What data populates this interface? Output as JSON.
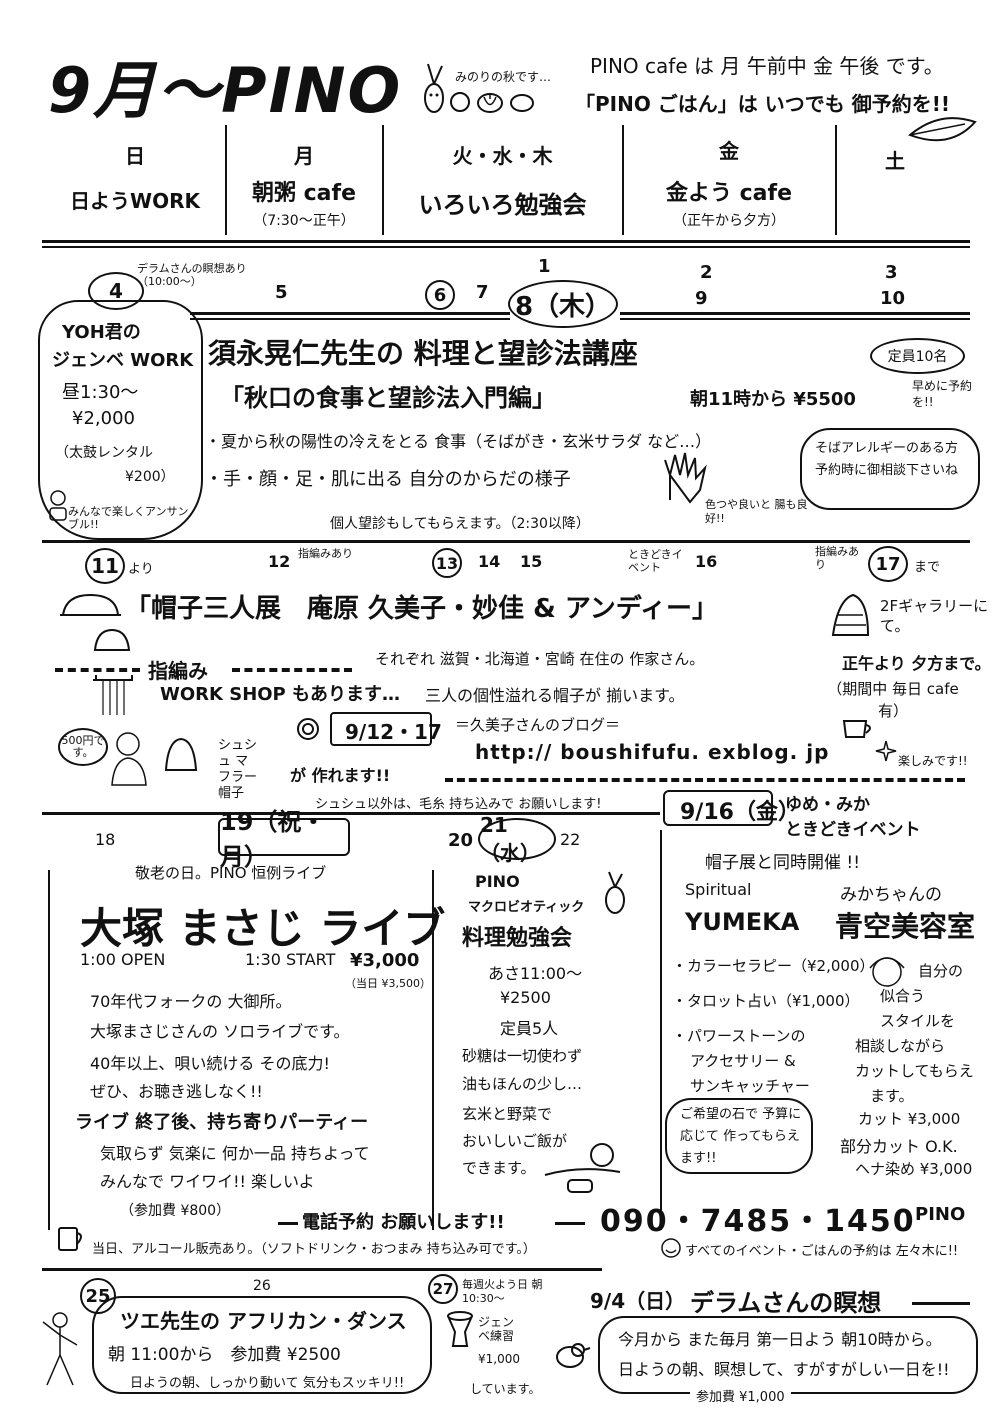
{
  "header": {
    "title": "9月〜PINO",
    "tagline": "みのりの秋です…",
    "cafe_note": "PINO cafe は 月 午前中 金 午後 です。",
    "reserve_note": "「PINO ごはん」は いつでも 御予約を!!"
  },
  "week": {
    "sun": {
      "day": "日",
      "title": "日ようWORK",
      "sub": ""
    },
    "mon": {
      "day": "月",
      "title": "朝粥 cafe",
      "sub": "（7:30〜正午）"
    },
    "tue_thu": {
      "day": "火・水・木",
      "title": "いろいろ勉強会",
      "sub": ""
    },
    "fri": {
      "day": "金",
      "title": "金よう cafe",
      "sub": "（正午から夕方）"
    },
    "sat": {
      "day": "土",
      "title": "",
      "sub": ""
    }
  },
  "row1": {
    "dates": {
      "d1": "1",
      "d2": "2",
      "d3": "3",
      "d4": "4",
      "d5": "5",
      "d6": "6",
      "d7": "7",
      "d8": "8（木）",
      "d9": "9",
      "d10": "10"
    },
    "note_4": "デラムさんの瞑想あり（10:00〜）",
    "yoh": {
      "line1": "YOH君の",
      "line2": "ジェンベ WORK",
      "line3": "昼1:30〜",
      "line4": "¥2,000",
      "line5": "（太鼓レンタル",
      "line6": "¥200）",
      "footer": "みんなで楽しくアンサンブル!!"
    },
    "lecture": {
      "title": "須永晃仁先生の 料理と望診法講座",
      "subtitle": "「秋口の食事と望診法入門編」",
      "time": "朝11時から ¥5500",
      "item1": "・夏から秋の陽性の冷えをとる 食事（そばがき・玄米サラダ など…）",
      "item2": "・手・顔・足・肌に出る 自分のからだの様子",
      "footer": "個人望診もしてもらえます。（2:30以降）",
      "capacity": "定員10名",
      "early": "早めに予約を!!",
      "allergy": "そばアレルギーのある方 予約時に御相談下さいね",
      "hand_note": "色つや良いと 腸も良好!!"
    }
  },
  "row2": {
    "d11": "11",
    "from": "より",
    "d12": "12",
    "yubi_ari": "指編みあり",
    "d13": "13",
    "d14": "14",
    "d15": "15",
    "tokidoki": "ときどきイベント",
    "d16": "16",
    "yubi_ari2": "指編みあり",
    "d17": "17",
    "made": "まで",
    "exhibit_title": "「帽子三人展　庵原 久美子・妙佳 & アンディー」",
    "gallery": "2Fギャラリーにて。",
    "hours": "正午より 夕方まで。",
    "artists": "それぞれ 滋賀・北海道・宮崎 在住の 作家さん。",
    "yubiami": "指編み",
    "workshop": "WORK SHOP もあります…",
    "individuality": "三人の個性溢れる帽子が 揃います。",
    "period_cafe": "（期間中 毎日 cafe有）",
    "date_range": "9/12・17",
    "blog_label": "＝久美子さんのブログ＝",
    "blog_url": "http:// boushifufu. exblog. jp",
    "price": "500円です。",
    "items": "シュシュ マフラー 帽子",
    "can_make": "が 作れます!!",
    "enjoy": "楽しみです!!",
    "note": "シュシュ以外は、毛糸 持ち込みで お願いします!"
  },
  "row3": {
    "d18": "18",
    "d19": "19（祝・月）",
    "d20": "20",
    "d21": "21（水）",
    "d22": "22",
    "keiro": "敬老の日。PINO 恒例ライブ",
    "live_title": "大塚 まさじ ライブ",
    "open": "1:00 OPEN",
    "start": "1:30 START",
    "price": "¥3,000",
    "door": "（当日 ¥3,500）",
    "desc1": "70年代フォークの 大御所。",
    "desc2": "大塚まさじさんの ソロライブです。",
    "desc3": "40年以上、唄い続ける その底力!",
    "desc4": "ぜひ、お聴き逃しなく!!",
    "party": "ライブ 終了後、持ち寄りパーティー",
    "party1": "気取らず 気楽に 何か一品 持ちよって",
    "party2": "みんなで ワイワイ!! 楽しいよ",
    "party_fee": "（参加費 ¥800）",
    "phone_label": "電話予約 お願いします!!",
    "phone": "090・7485・1450",
    "phone_name": "PINO",
    "alcohol": "当日、アルコール販売あり。（ソフトドリンク・おつまみ 持ち込み可です。）",
    "all_events": "すべてのイベント・ごはんの予約は 左々木に!!",
    "macro": {
      "l1": "PINO",
      "l2": "マクロビオティック",
      "l3": "料理勉強会",
      "time": "あさ11:00〜",
      "price": "¥2500",
      "cap": "定員5人",
      "d1": "砂糖は一切使わず",
      "d2": "油もほんの少し…",
      "d3": "玄米と野菜で",
      "d4": "おいしいご飯が",
      "d5": "できます。"
    },
    "d16": "9/16（金）",
    "yume_mika": "ゆめ・みか",
    "tokidoki_event": "ときどきイベント",
    "simul": "帽子展と同時開催 !!",
    "spiritual": "Spiritual",
    "yumeka": "YUMEKA",
    "mika": "みかちゃんの",
    "salon": "青空美容室",
    "s1": "・カラーセラピー（¥2,000）",
    "s2": "・タロット占い（¥1,000）",
    "s3": "・パワーストーンの",
    "s3b": "アクセサリー &",
    "s3c": "サンキャッチャー",
    "stone_note": "ご希望の石で 予算に応じて 作ってもらえます!!",
    "m1": "自分の",
    "m2": "似合う",
    "m3": "スタイルを",
    "m4": "相談しながら",
    "m5": "カットしてもらえ",
    "m6": "ます。",
    "cut": "カット ¥3,000",
    "partial": "部分カット O.K.",
    "henna": "ヘナ染め ¥3,000"
  },
  "row4": {
    "d25": "25",
    "d26": "26",
    "d27": "27",
    "dance_title": "ツエ先生の アフリカン・ダンス",
    "dance_time": "朝 11:00から　参加費 ¥2500",
    "dance_note": "日ようの朝、しっかり動いて 気分もスッキリ!!",
    "weekly": "毎週火よう日 朝10:30〜",
    "djembe": "ジェンベ練習",
    "djembe_price": "¥1,000",
    "djembe_note": "しています。",
    "meditation_date": "9/4（日）",
    "meditation_title": "デラムさんの瞑想",
    "med1": "今月から また毎月 第一日よう 朝10時から。",
    "med2": "日ようの朝、瞑想して、すがすがしい一日を!!",
    "fee": "参加費 ¥1,000"
  }
}
